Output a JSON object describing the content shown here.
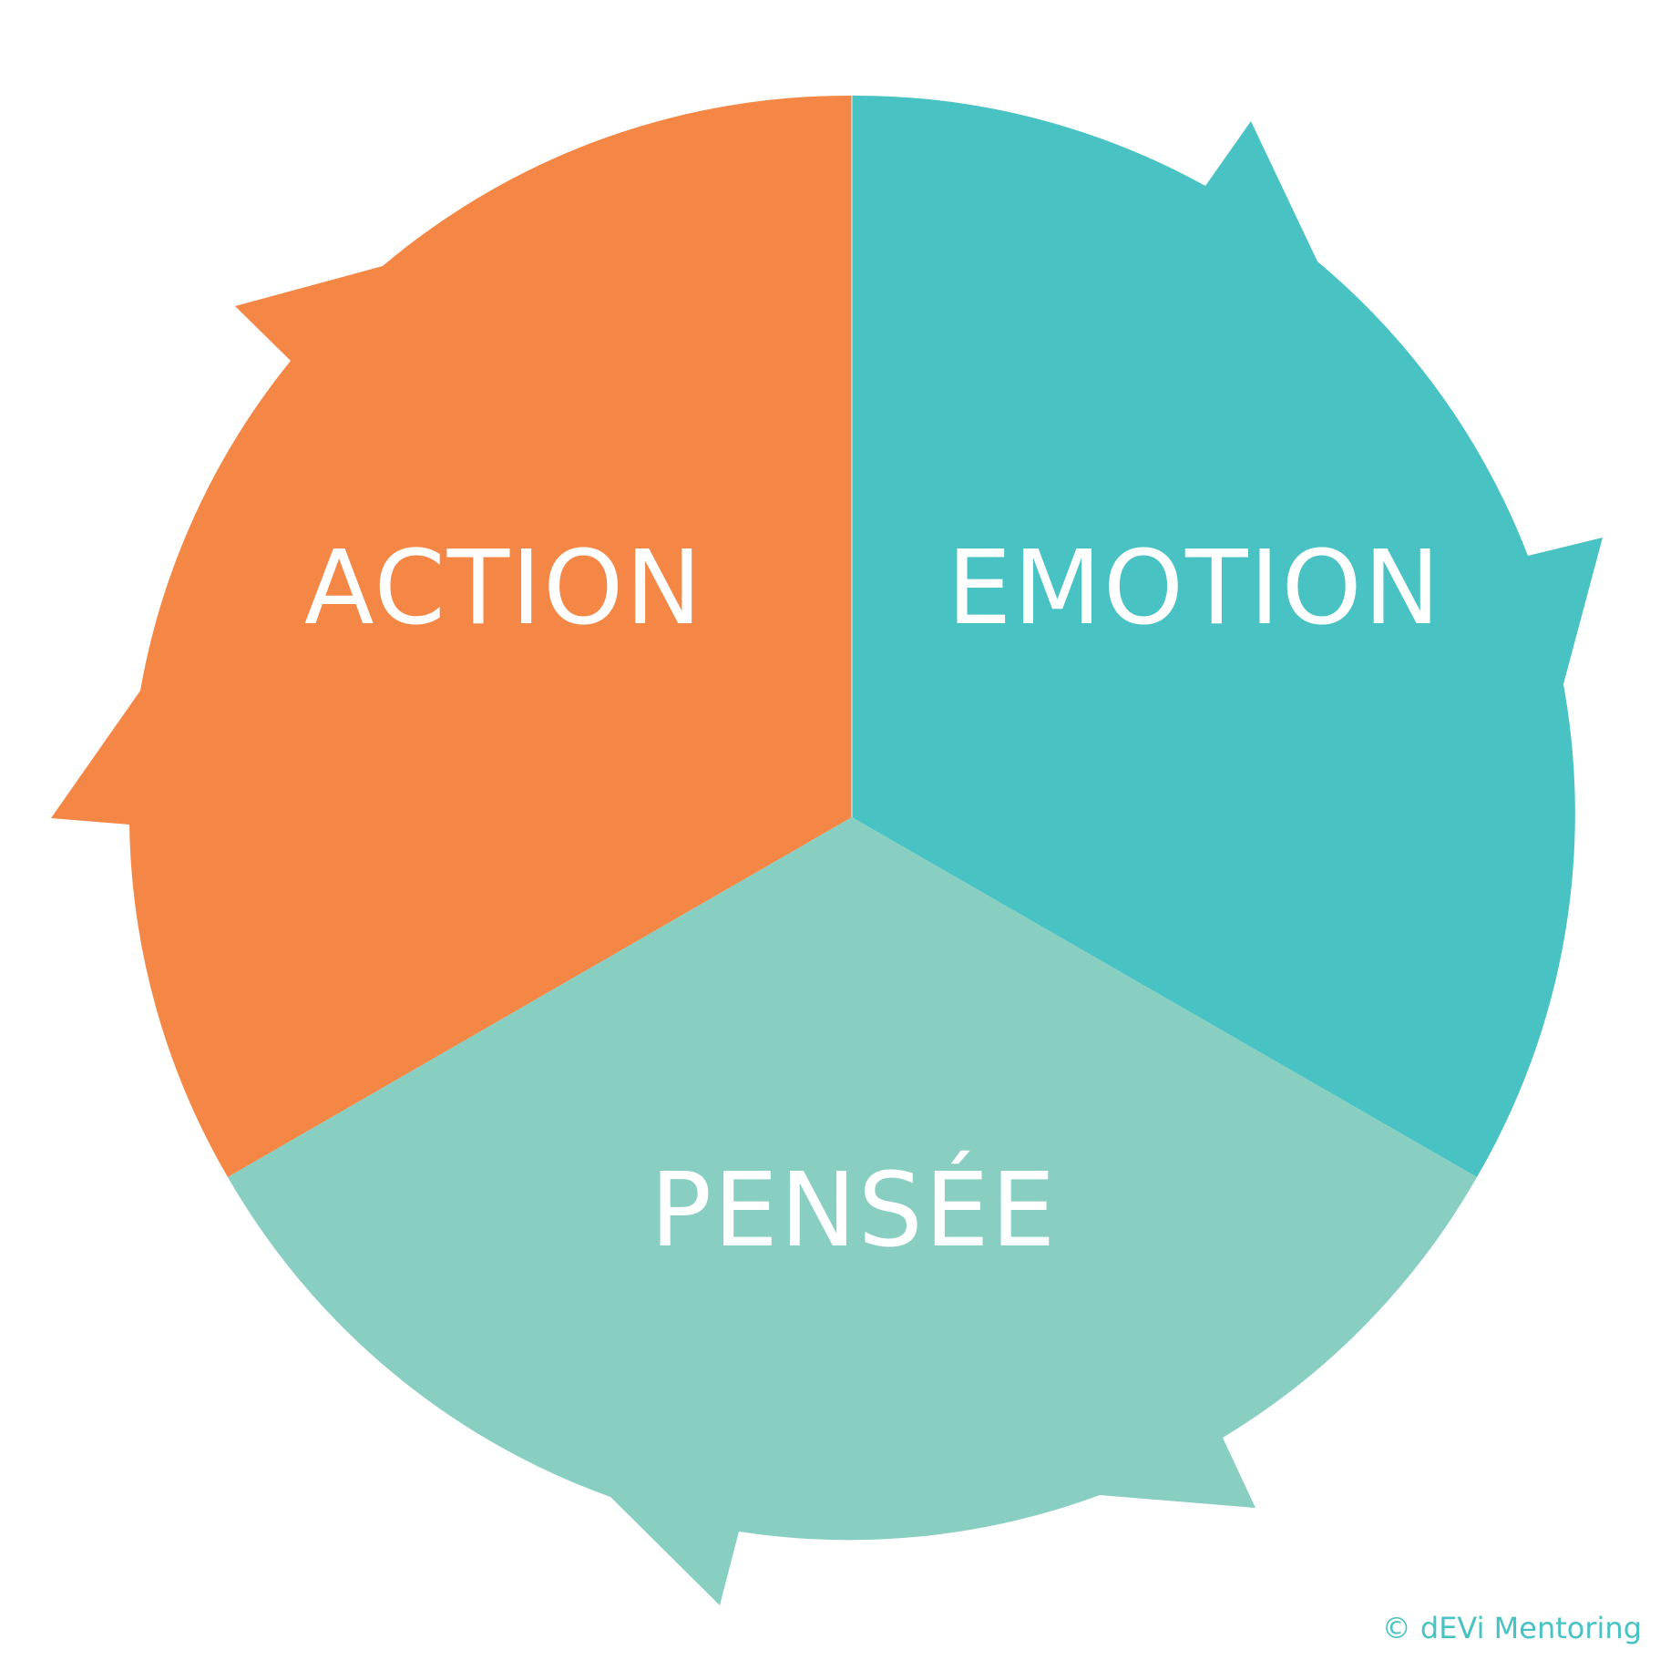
{
  "colors": {
    "action": "#F48745",
    "emotion": "#48C2C2",
    "pensee": "#88CFC2",
    "label_text": "#FFFFFF",
    "copyright": "#48C2C2"
  },
  "segments": {
    "action": {
      "label": "ACTION"
    },
    "emotion": {
      "label": "EMOTION"
    },
    "pensee": {
      "label": "PENSÉE"
    }
  },
  "footer": {
    "copyright": "© dEVi Mentoring"
  }
}
